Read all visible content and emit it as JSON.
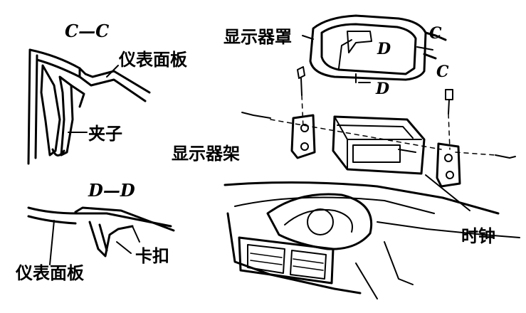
{
  "sections": {
    "cc": "C—C",
    "dd": "D—D"
  },
  "labels": {
    "instrument_panel_top": "仪表面板",
    "clip": "夹子",
    "instrument_panel_bottom": "仪表面板",
    "snap": "卡扣",
    "display_cover": "显示器罩",
    "display_bracket": "显示器架",
    "clock": "时钟"
  },
  "markers": {
    "c_upper": "C",
    "c_lower": "C",
    "d_upper": "D",
    "d_lower": "D"
  }
}
